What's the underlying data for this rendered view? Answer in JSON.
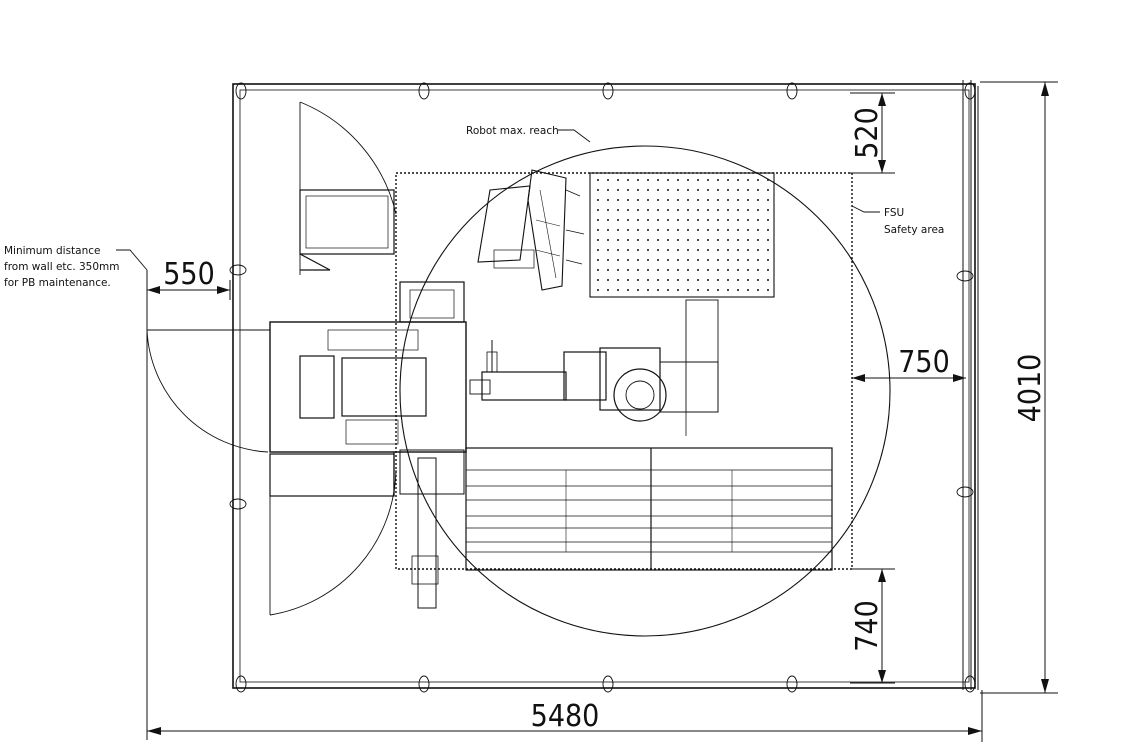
{
  "dimensions": {
    "left_gap": "550",
    "top_clearance": "520",
    "side_clearance": "750",
    "bottom_clearance": "740",
    "total_width": "5480",
    "total_depth": "4010"
  },
  "notes": {
    "wall_line1": "Minimum distance",
    "wall_line2": "from wall etc. 350mm",
    "wall_line3": "for PB maintenance.",
    "robot_reach": "Robot max. reach",
    "fsu_line1": "FSU",
    "fsu_line2": "Safety area"
  }
}
